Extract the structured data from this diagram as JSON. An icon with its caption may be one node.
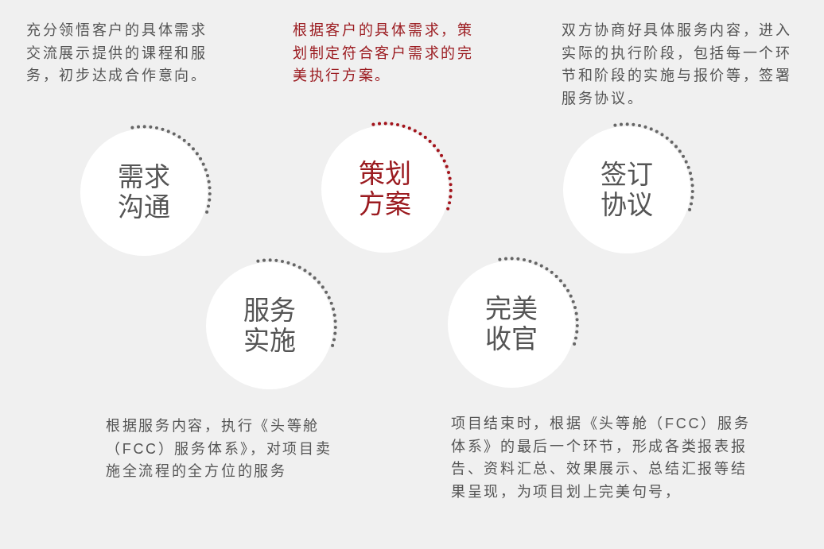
{
  "diagram": {
    "nodes": [
      {
        "text": [
          "需求沟通"
        ],
        "beside": [
          "充分领悟客户的具体需求交流展示提供的课程和服务，初步达成合作意向。"
        ]
      },
      {
        "text": [
          "策划方案"
        ],
        "beside": [
          "根据客户的具体需求，策划制定符合客户需求的完美执行方案。"
        ]
      },
      {
        "text": [
          "签订协议"
        ],
        "beside": [
          "双方协商好具体服务内容，进入实际的执行阶段，包括每一个环节和阶段的实施与报价等，签署服务协议。"
        ]
      },
      {
        "text": [
          "服务实施"
        ],
        "beside": [
          "根据服务内容，执行《头等舱（FCC）服务体系》，对项目卖施全流程的全方位的服务"
        ]
      },
      {
        "text": [
          "完美收官"
        ],
        "beside": [
          "项目结束时，根据《头等舱（FCC）服务体系》的最后一个环节，形成各类报表报告、资料汇总、效果展示、总结汇报等结果呈现，为项目划上完美句号，"
        ]
      }
    ]
  }
}
